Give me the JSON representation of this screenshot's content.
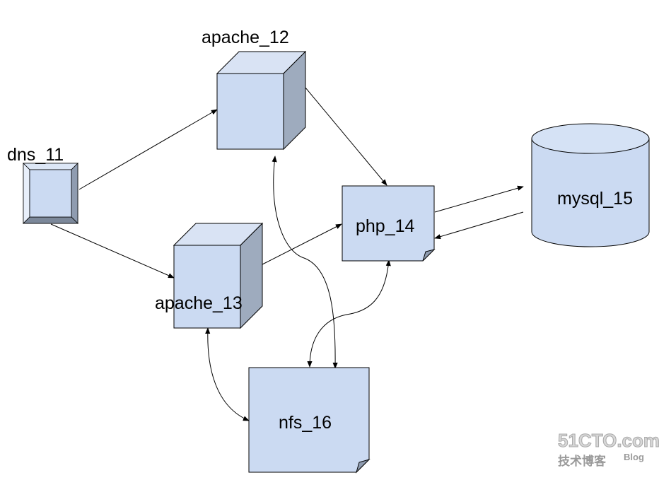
{
  "nodes": {
    "dns": {
      "label": "dns_11",
      "shape": "bevel-box"
    },
    "apache12": {
      "label": "apache_12",
      "shape": "cube"
    },
    "apache13": {
      "label": "apache_13",
      "shape": "cube"
    },
    "php": {
      "label": "php_14",
      "shape": "page-folded-corner"
    },
    "mysql": {
      "label": "mysql_15",
      "shape": "cylinder"
    },
    "nfs": {
      "label": "nfs_16",
      "shape": "page-folded-corner"
    }
  },
  "edges": [
    {
      "from": "dns_11",
      "to": "apache_12",
      "direction": "one-way"
    },
    {
      "from": "dns_11",
      "to": "apache_13",
      "direction": "one-way"
    },
    {
      "from": "apache_12",
      "to": "php_14",
      "direction": "one-way"
    },
    {
      "from": "apache_13",
      "to": "php_14",
      "direction": "one-way"
    },
    {
      "from": "php_14",
      "to": "mysql_15",
      "direction": "one-way"
    },
    {
      "from": "mysql_15",
      "to": "php_14",
      "direction": "one-way"
    },
    {
      "from": "apache_12",
      "to": "nfs_16",
      "direction": "two-way"
    },
    {
      "from": "apache_13",
      "to": "nfs_16",
      "direction": "two-way"
    },
    {
      "from": "php_14",
      "to": "nfs_16",
      "direction": "two-way"
    }
  ],
  "watermark": {
    "main": "51CTO.com",
    "sub": "技术博客",
    "blog": "Blog"
  },
  "colors": {
    "node_fill": "#cbdaf2",
    "node_side": "#9eabbe",
    "node_top": "#d9e3f4",
    "stroke": "#000000"
  }
}
